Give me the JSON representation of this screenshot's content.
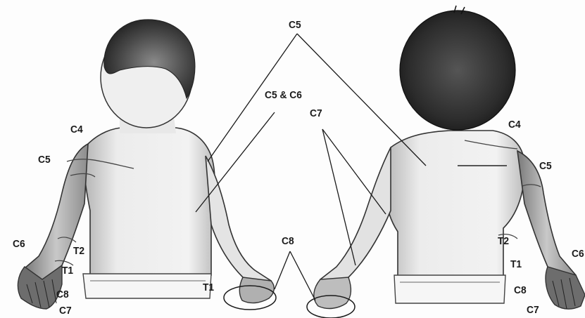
{
  "colors": {
    "ink": "#1a1a1a",
    "skin": "#e6e6e6",
    "skin_shade": "#9a9a9a",
    "hair": "#2b2b2b",
    "background": "#fdfdfd"
  },
  "labels": {
    "c5_top": "C5",
    "c5_c6": "C5 & C6",
    "c7_center": "C7",
    "c8_center": "C8",
    "left_c4": "C4",
    "left_c5": "C5",
    "left_c6": "C6",
    "left_t2": "T2",
    "left_t1": "T1",
    "left_c8": "C8",
    "left_c7": "C7",
    "left_t1_hand": "T1",
    "right_c4": "C4",
    "right_c5": "C5",
    "right_t2": "T2",
    "right_t1": "T1",
    "right_c8": "C8",
    "right_c7": "C7",
    "right_c6_partial": "C6"
  }
}
